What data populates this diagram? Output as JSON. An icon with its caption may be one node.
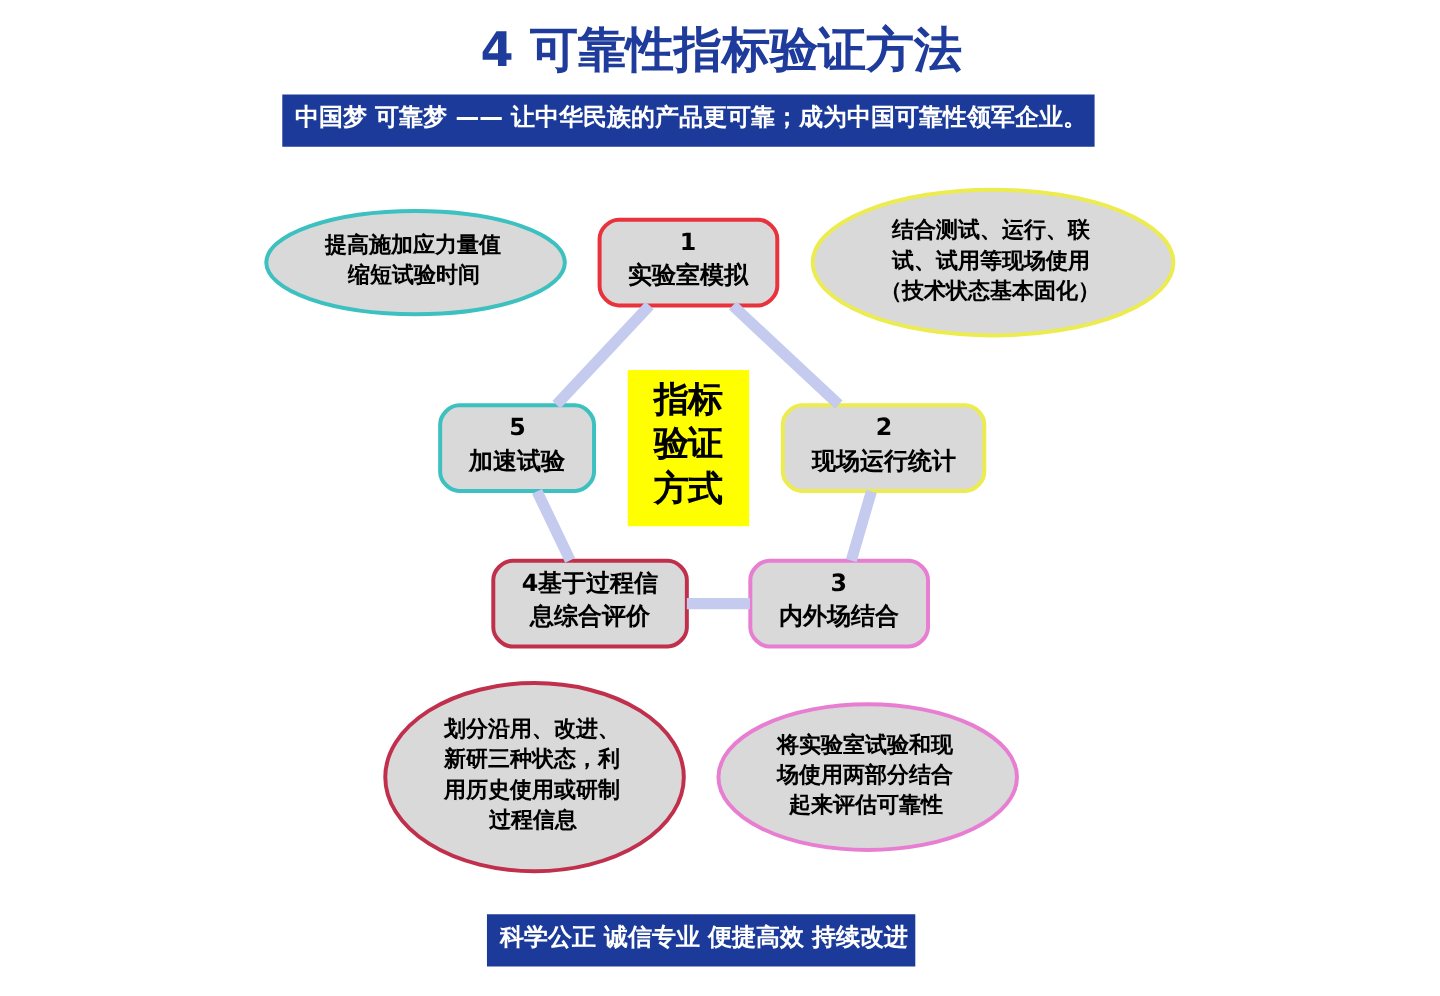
{
  "diagram": {
    "title": "4 可靠性指标验证方法",
    "nodes": [
      {
        "text": [
          "提高施加应力量值缩短试验时间"
        ]
      },
      {
        "text": [
          "1",
          "实验室模拟"
        ]
      },
      {
        "text": [
          "结合测试、运行、联试、试用等现场使用（技术状态基本固化）"
        ]
      },
      {
        "text": [
          "5",
          "加速试验"
        ]
      },
      {
        "text": [
          "指标验证方式"
        ]
      },
      {
        "text": [
          "2",
          "现场运行统计"
        ]
      },
      {
        "text": [
          "4基于过程信息综合评价"
        ]
      },
      {
        "text": [
          "3",
          "内外场结合"
        ]
      },
      {
        "text": [
          "划分沿用、改进、新研三种状态，利用历史使用或研制过程信息"
        ]
      },
      {
        "text": [
          "将实验室试验和现场使用两部分结合起来评估可靠性"
        ]
      }
    ],
    "edges": [
      {
        "from": 1,
        "to": 5,
        "arrow": "none"
      },
      {
        "from": 5,
        "to": 7,
        "arrow": "none"
      },
      {
        "from": 6,
        "to": 7,
        "arrow": "none"
      },
      {
        "from": 3,
        "to": 6,
        "arrow": "none"
      },
      {
        "from": 1,
        "to": 3,
        "arrow": "none"
      }
    ],
    "labels": [
      "中国梦 可靠梦 —— 让中华民族的产品更可靠；成为中国可靠性领军企业。",
      "科学公正 诚信专业 便捷高效 持续改进"
    ]
  }
}
